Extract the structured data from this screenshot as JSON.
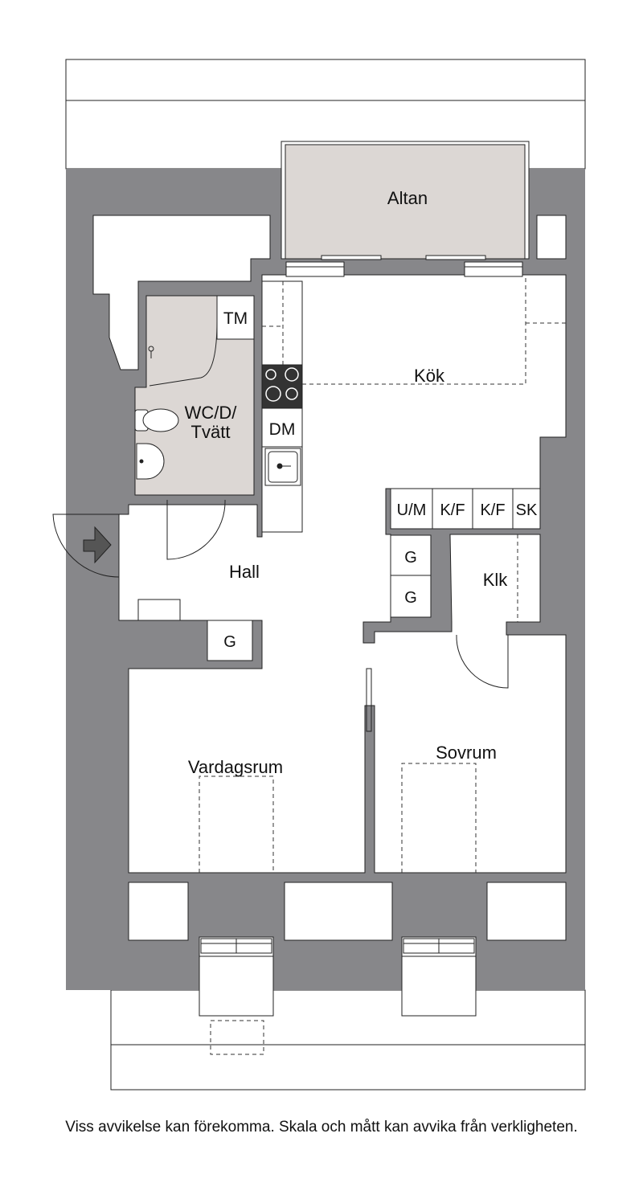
{
  "colors": {
    "wall": "#87878a",
    "wet_room": "#dcd7d4",
    "balcony": "#dcd7d4",
    "outline": "#222222",
    "background": "#ffffff"
  },
  "rooms": {
    "balcony": "Altan",
    "kitchen": "Kök",
    "bathroom_line1": "WC/D/",
    "bathroom_line2": "Tvätt",
    "hall": "Hall",
    "closet": "Klk",
    "living_room": "Vardagsrum",
    "bedroom": "Sovrum"
  },
  "fixtures": {
    "dryer": "TM",
    "dishwasher": "DM",
    "microwave": "U/M",
    "fridge_freezer_1": "K/F",
    "fridge_freezer_2": "K/F",
    "cabinet": "SK",
    "wardrobe_1": "G",
    "wardrobe_2": "G",
    "wardrobe_hall": "G"
  },
  "icons": {
    "entrance": "entrance-arrow-icon",
    "stove": "stove-icon",
    "sink": "sink-icon",
    "toilet": "toilet-icon",
    "washbasin": "washbasin-icon",
    "shower": "shower-icon"
  },
  "disclaimer": "Viss avvikelse kan förekomma. Skala och mått kan avvika från verkligheten."
}
